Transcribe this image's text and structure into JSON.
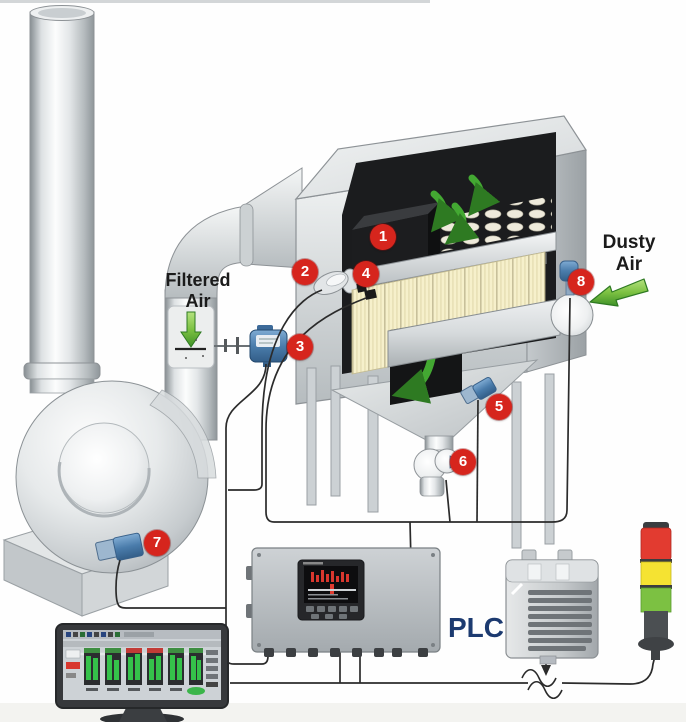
{
  "labels": {
    "filtered_air_line1": "Filtered",
    "filtered_air_line2": "Air",
    "dusty_air_line1": "Dusty",
    "dusty_air_line2": "Air",
    "plc": "PLC"
  },
  "callouts": [
    {
      "number": "1"
    },
    {
      "number": "2"
    },
    {
      "number": "3"
    },
    {
      "number": "4"
    },
    {
      "number": "5"
    },
    {
      "number": "6"
    },
    {
      "number": "7"
    },
    {
      "number": "8"
    }
  ],
  "colors": {
    "callout_red": "#d6251d",
    "arrow_green": "#4fae33",
    "arrow_green_dark": "#2e7a22",
    "stack_red": "#e23b30",
    "stack_yellow": "#f5e332",
    "stack_green": "#7cc142",
    "sensor_blue": "#4a7cab",
    "plc_text_navy": "#1c3a70",
    "cartridge_cream": "#f6f0cb",
    "wire_black": "#2b2b2b"
  }
}
